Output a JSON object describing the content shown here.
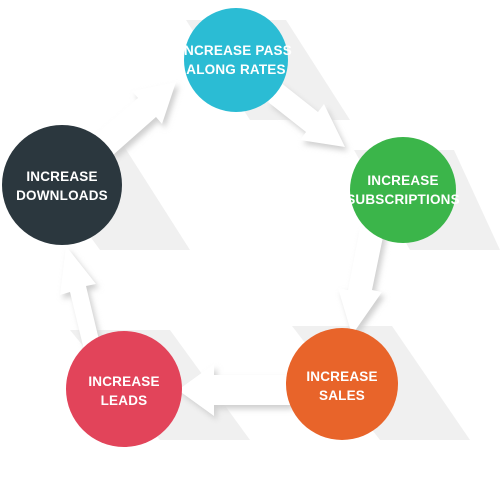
{
  "diagram": {
    "nodes": [
      {
        "id": "pass-along",
        "line1": "INCREASE PASS",
        "line2": "ALONG RATES",
        "color": "#2bbcd4"
      },
      {
        "id": "subscriptions",
        "line1": "INCREASE",
        "line2": "SUBSCRIPTIONS",
        "color": "#3bb54a"
      },
      {
        "id": "sales",
        "line1": "INCREASE",
        "line2": "SALES",
        "color": "#e8642a"
      },
      {
        "id": "leads",
        "line1": "INCREASE",
        "line2": "LEADS",
        "color": "#e2445a"
      },
      {
        "id": "downloads",
        "line1": "INCREASE",
        "line2": "DOWNLOADS",
        "color": "#2b373e"
      }
    ],
    "arrow_color": "#ffffff",
    "shadow_color": "#d6d6d6"
  }
}
